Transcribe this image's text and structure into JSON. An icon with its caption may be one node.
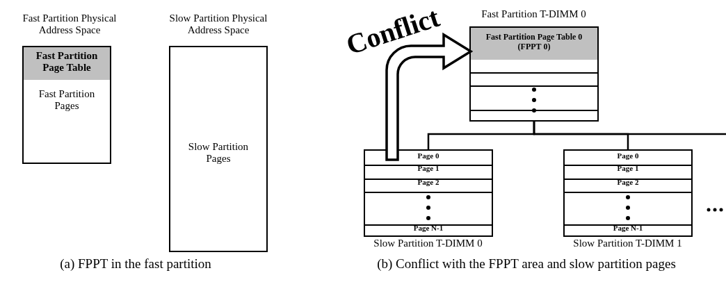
{
  "diagram": {
    "nodes": [
      {
        "text": [
          "Fast Partition Physical Address Space"
        ]
      },
      {
        "text": [
          "Fast Partition Page Table"
        ],
        "in": 0
      },
      {
        "text": [
          "Fast Partition Pages"
        ],
        "in": 0
      },
      {
        "text": [
          "Slow Partition Physical Address Space",
          "Slow Partition Pages"
        ]
      },
      {
        "text": [
          "Fast Partition T-DIMM 0"
        ]
      },
      {
        "text": [
          "Fast Partition Page Table 0 (FPPT 0)"
        ],
        "in": 4
      },
      {
        "text": [
          "Slow Partition T-DIMM 0"
        ]
      },
      {
        "text": [
          "Page 0"
        ],
        "in": 6
      },
      {
        "text": [
          "Page 1"
        ],
        "in": 6
      },
      {
        "text": [
          "Page 2"
        ],
        "in": 6
      },
      {
        "text": [
          "Page N-1"
        ],
        "in": 6
      },
      {
        "text": [
          "Slow Partition T-DIMM 1"
        ]
      },
      {
        "text": [
          "Page 0"
        ],
        "in": 11
      },
      {
        "text": [
          "Page 1"
        ],
        "in": 11
      },
      {
        "text": [
          "Page 2"
        ],
        "in": 11
      },
      {
        "text": [
          "Page N-1"
        ],
        "in": 11
      }
    ],
    "edges": [
      {
        "from": 7,
        "to": 5,
        "arrow": "to",
        "label": "Conflict",
        "style": "thick"
      },
      {
        "from": 4,
        "to": 6,
        "arrow": "none"
      },
      {
        "from": 4,
        "to": 11,
        "arrow": "none"
      },
      {
        "from": 4,
        "to": null,
        "arrow": "none"
      }
    ],
    "labels": [
      "(a) FPPT in the fast partition",
      "(b) Conflict with the FPPT area and slow partition pages"
    ]
  }
}
